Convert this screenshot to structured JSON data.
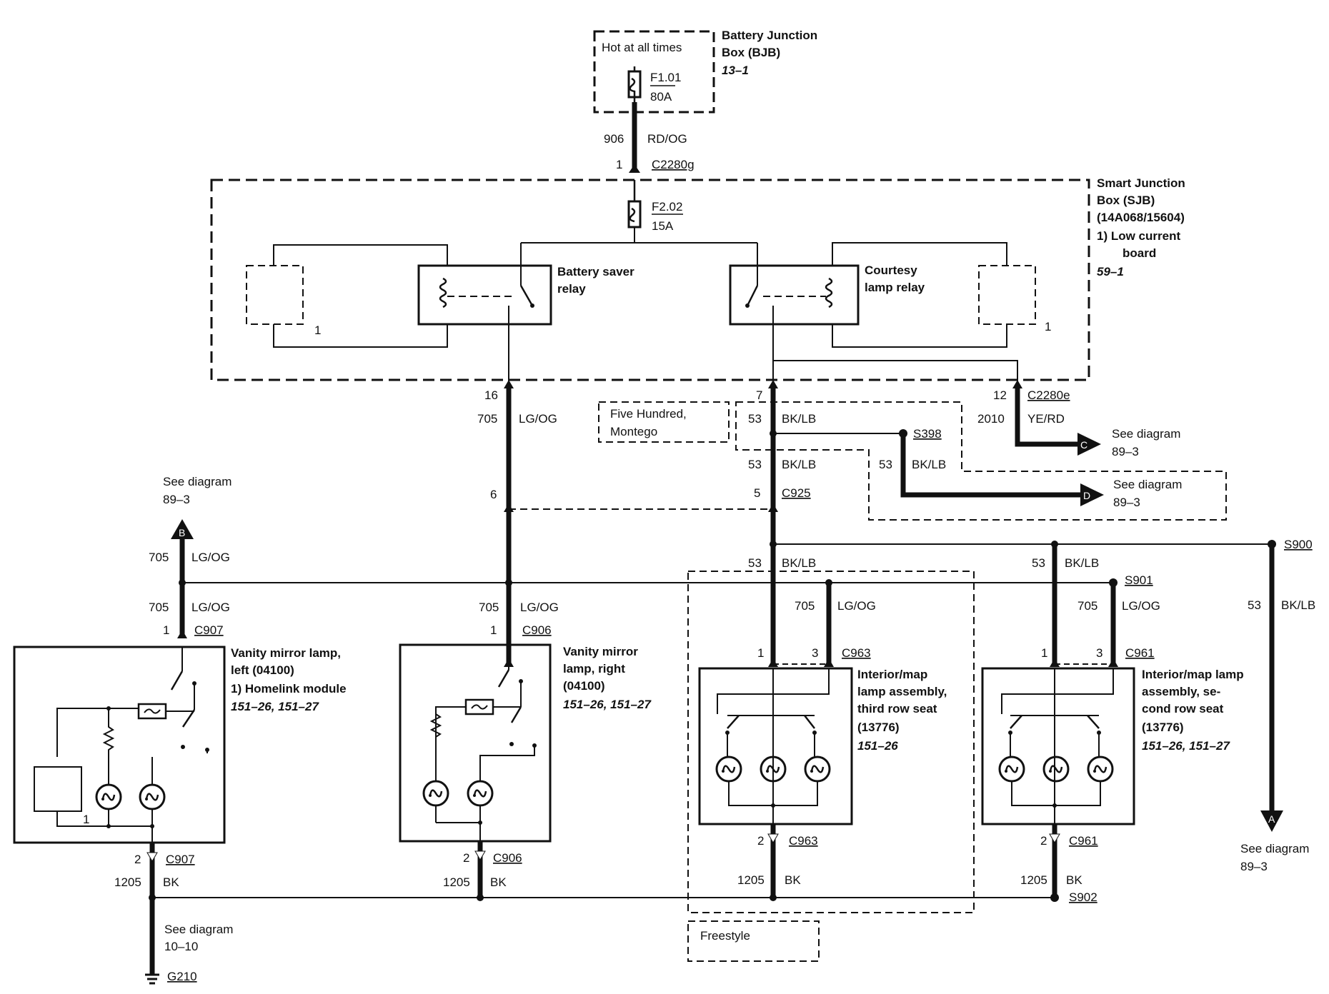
{
  "bjb": {
    "hot": "Hot at all times",
    "fuse_id": "F1.01",
    "fuse_amp": "80A",
    "title1": "Battery Junction",
    "title2": "Box (BJB)",
    "ref": "13–1"
  },
  "wire_bjb": {
    "circuit": "906",
    "color": "RD/OG",
    "pin": "1",
    "connector": "C2280g"
  },
  "sjb": {
    "title1": "Smart Junction",
    "title2": "Box (SJB)",
    "title3": "(14A068/15604)",
    "note1": "1)   Low current",
    "note2": "board",
    "ref": "59–1",
    "fuse_id": "F2.02",
    "fuse_amp": "15A",
    "battery_saver1": "Battery saver",
    "battery_saver2": "relay",
    "courtesy1": "Courtesy",
    "courtesy2": "lamp relay",
    "note_mark": "1"
  },
  "left_branch": {
    "pin_top": "16",
    "circuit": "705",
    "color": "LG/OG",
    "pin_c925": "6"
  },
  "center_branch": {
    "pin_top": "7",
    "c1": "53",
    "color1": "BK/LB",
    "c2": "53",
    "color2": "BK/LB",
    "pin_c925": "5",
    "connector": "C925"
  },
  "five_hundred": {
    "line1": "Five Hundred,",
    "line2": "Montego"
  },
  "s398": {
    "splice": "S398",
    "circuit": "53",
    "color": "BK/LB"
  },
  "right_branch": {
    "pin": "12",
    "connector": "C2280e",
    "circuit": "2010",
    "color": "YE/RD"
  },
  "see_c": {
    "letter": "C",
    "line1": "See diagram",
    "line2": "89–3"
  },
  "see_d": {
    "letter": "D",
    "line1": "See diagram",
    "line2": "89–3"
  },
  "see_b": {
    "letter": "B",
    "line1": "See diagram",
    "line2": "89–3"
  },
  "see_a": {
    "letter": "A",
    "line1": "See diagram",
    "line2": "89–3"
  },
  "s900": {
    "splice": "S900",
    "circuit": "53",
    "color": "BK/LB"
  },
  "s901": {
    "splice": "S901"
  },
  "s902": {
    "splice": "S902"
  },
  "wire_b": {
    "circuit": "705",
    "color": "LG/OG"
  },
  "vanity_left": {
    "circuit": "705",
    "color": "LG/OG",
    "pin": "1",
    "connector": "C907",
    "title1": "Vanity mirror lamp,",
    "title2": "left (04100)",
    "note": "1)    Homelink module",
    "ref": "151–26, 151–27",
    "note_mark": "1",
    "bot_pin": "2",
    "bot_connector": "C907",
    "bot_circuit": "1205",
    "bot_color": "BK"
  },
  "vanity_right": {
    "circuit": "705",
    "color": "LG/OG",
    "pin": "1",
    "connector": "C906",
    "title1": "Vanity mirror",
    "title2": "lamp, right",
    "title3": "(04100)",
    "ref": "151–26, 151–27",
    "bot_pin": "2",
    "bot_connector": "C906",
    "bot_circuit": "1205",
    "bot_color": "BK"
  },
  "third_row": {
    "c53": "53",
    "color53": "BK/LB",
    "c705": "705",
    "color705": "LG/OG",
    "pin1": "1",
    "pin3": "3",
    "connector": "C963",
    "title1": "Interior/map",
    "title2": "lamp assembly,",
    "title3": "third row seat",
    "title4": "(13776)",
    "ref": "151–26",
    "bot_pin": "2",
    "bot_connector": "C963",
    "bot_circuit": "1205",
    "bot_color": "BK"
  },
  "second_row": {
    "c53": "53",
    "color53": "BK/LB",
    "c705": "705",
    "color705": "LG/OG",
    "pin1": "1",
    "pin3": "3",
    "connector": "C961",
    "title1": "Interior/map lamp",
    "title2": "assembly, se-",
    "title3": "cond row seat",
    "title4": "(13776)",
    "ref": "151–26, 151–27",
    "bot_pin": "2",
    "bot_connector": "C961",
    "bot_circuit": "1205",
    "bot_color": "BK"
  },
  "freestyle": "Freestyle",
  "ground": {
    "line1": "See diagram",
    "line2": "10–10",
    "id": "G210"
  }
}
